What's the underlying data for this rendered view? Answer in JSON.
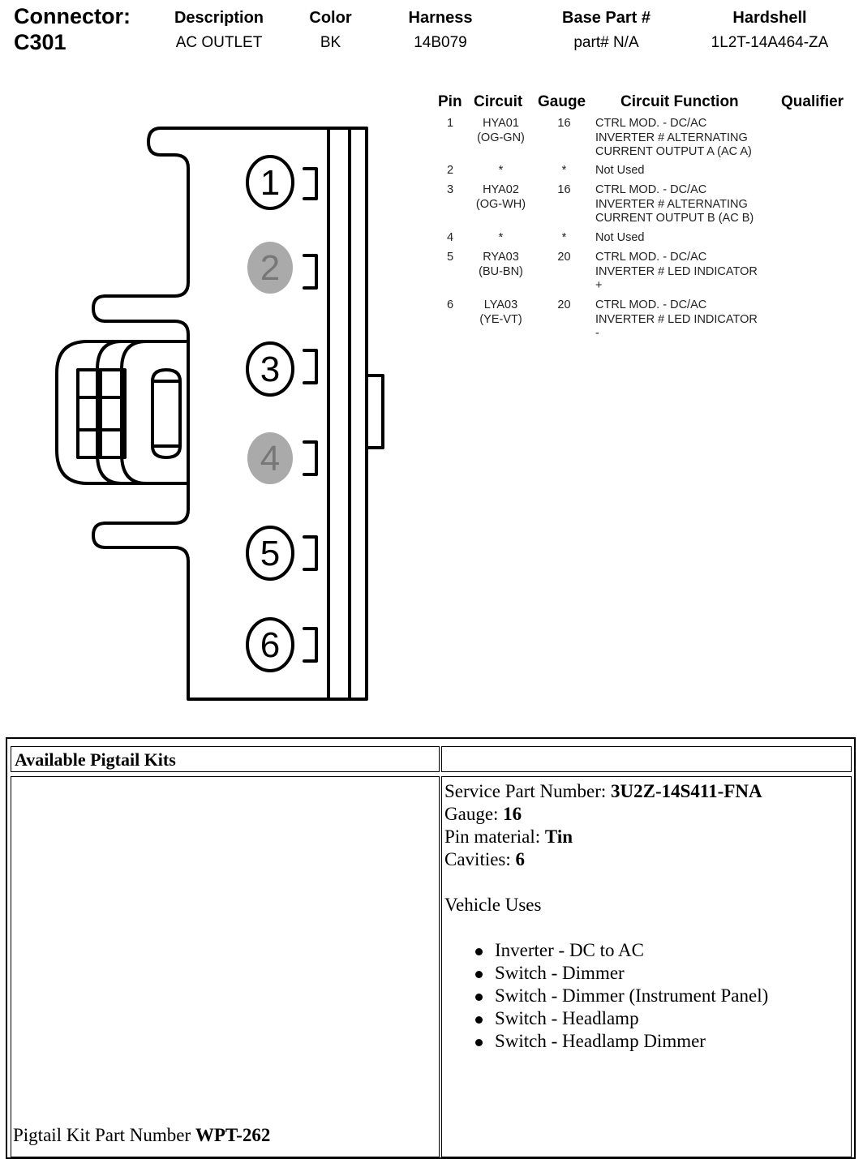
{
  "connector": {
    "label": "Connector:",
    "id": "C301"
  },
  "header": {
    "columns": [
      {
        "label": "Description",
        "value": "AC OUTLET"
      },
      {
        "label": "Color",
        "value": "BK"
      },
      {
        "label": "Harness",
        "value": "14B079"
      },
      {
        "label": "Base Part #",
        "value": "part# N/A"
      },
      {
        "label": "Hardshell",
        "value": "1L2T-14A464-ZA"
      }
    ]
  },
  "pin_table": {
    "headers": [
      "Pin",
      "Circuit",
      "Gauge",
      "Circuit Function",
      "Qualifier"
    ],
    "rows": [
      {
        "pin": "1",
        "circuit": "HYA01",
        "color": "(OG-GN)",
        "gauge": "16",
        "function": [
          "CTRL MOD. - DC/AC",
          "INVERTER # ALTERNATING",
          "CURRENT OUTPUT A (AC A)"
        ]
      },
      {
        "pin": "2",
        "circuit": "*",
        "color": "",
        "gauge": "*",
        "function": [
          "Not Used"
        ]
      },
      {
        "pin": "3",
        "circuit": "HYA02",
        "color": "(OG-WH)",
        "gauge": "16",
        "function": [
          "CTRL MOD. - DC/AC",
          "INVERTER # ALTERNATING",
          "CURRENT OUTPUT B (AC B)"
        ]
      },
      {
        "pin": "4",
        "circuit": "*",
        "color": "",
        "gauge": "*",
        "function": [
          "Not Used"
        ]
      },
      {
        "pin": "5",
        "circuit": "RYA03",
        "color": "(BU-BN)",
        "gauge": "20",
        "function": [
          "CTRL MOD. - DC/AC",
          "INVERTER # LED INDICATOR",
          "+"
        ]
      },
      {
        "pin": "6",
        "circuit": "LYA03",
        "color": "(YE-VT)",
        "gauge": "20",
        "function": [
          "CTRL MOD. - DC/AC",
          "INVERTER # LED INDICATOR",
          "-"
        ]
      }
    ]
  },
  "diagram": {
    "cavities": [
      {
        "label": "1",
        "used": true
      },
      {
        "label": "2",
        "used": false
      },
      {
        "label": "3",
        "used": true
      },
      {
        "label": "4",
        "used": false
      },
      {
        "label": "5",
        "used": true
      },
      {
        "label": "6",
        "used": true
      }
    ],
    "unused_fill": "#aaaaaa",
    "unused_text": "#777777"
  },
  "pigtail": {
    "heading": "Available Pigtail Kits",
    "kit_part_label": "Pigtail Kit Part Number ",
    "kit_part_value": "WPT-262",
    "service_part_label": "Service Part Number: ",
    "service_part_value": "3U2Z-14S411-FNA",
    "gauge_label": "Gauge: ",
    "gauge_value": "16",
    "pin_material_label": "Pin material: ",
    "pin_material_value": "Tin",
    "cavities_label": "Cavities: ",
    "cavities_value": "6",
    "vehicle_uses_label": "Vehicle Uses",
    "vehicle_uses": [
      "Inverter - DC to AC",
      "Switch - Dimmer",
      "Switch - Dimmer (Instrument Panel)",
      "Switch - Headlamp",
      "Switch - Headlamp Dimmer"
    ]
  }
}
